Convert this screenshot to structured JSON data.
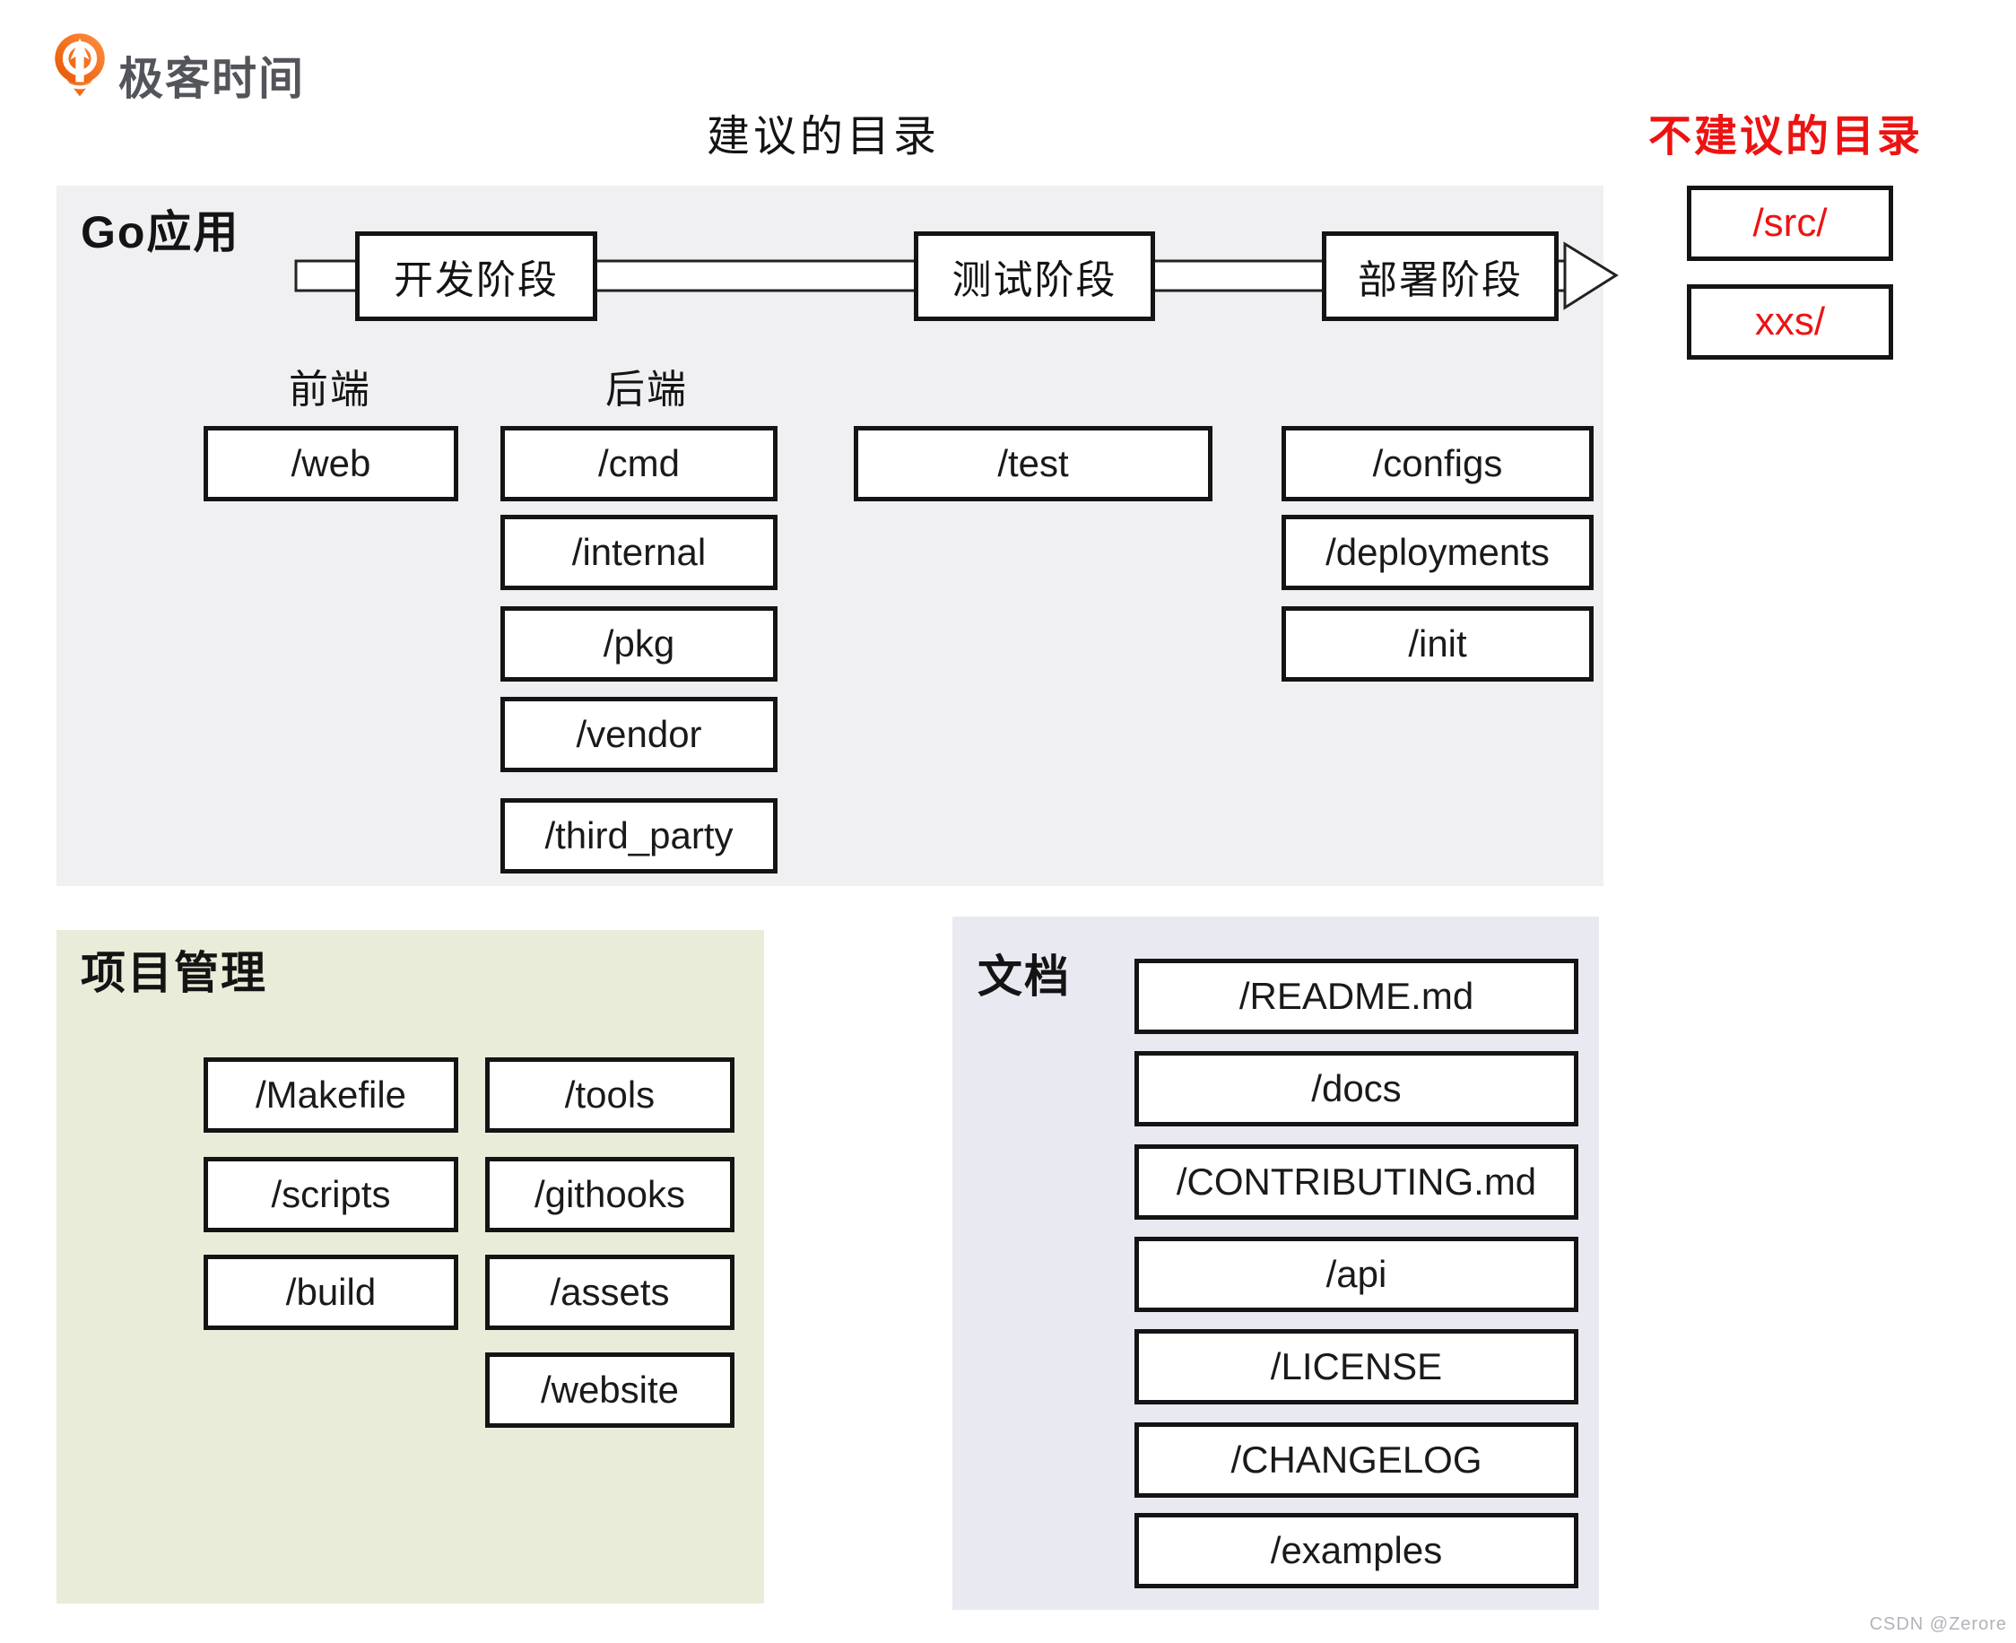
{
  "logo": {
    "brand": "极客时间"
  },
  "titles": {
    "recommended": "建议的目录",
    "not_recommended": "不建议的目录"
  },
  "not_recommended_dirs": [
    "/src/",
    "xxs/"
  ],
  "go_app": {
    "title": "Go应用",
    "phases": [
      "开发阶段",
      "测试阶段",
      "部署阶段"
    ],
    "frontend_label": "前端",
    "backend_label": "后端",
    "frontend_dirs": [
      "/web"
    ],
    "backend_dirs": [
      "/cmd",
      "/internal",
      "/pkg",
      "/vendor",
      "/third_party"
    ],
    "test_dirs": [
      "/test"
    ],
    "deploy_dirs": [
      "/configs",
      "/deployments",
      "/init"
    ]
  },
  "project_management": {
    "title": "项目管理",
    "col1_dirs": [
      "/Makefile",
      "/scripts",
      "/build"
    ],
    "col2_dirs": [
      "/tools",
      "/githooks",
      "/assets",
      "/website"
    ]
  },
  "documentation": {
    "title": "文档",
    "dirs": [
      "/README.md",
      "/docs",
      "/CONTRIBUTING.md",
      "/api",
      "/LICENSE",
      "/CHANGELOG",
      "/examples"
    ]
  },
  "watermark": "CSDN @Zerore",
  "colors": {
    "accent_red": "#ed1313",
    "brand_orange": "#f06000",
    "go_panel_bg": "#f0f0f2",
    "project_panel_bg": "#e9ecd9",
    "docs_panel_bg": "#e9e9f1",
    "box_border": "#141414"
  }
}
